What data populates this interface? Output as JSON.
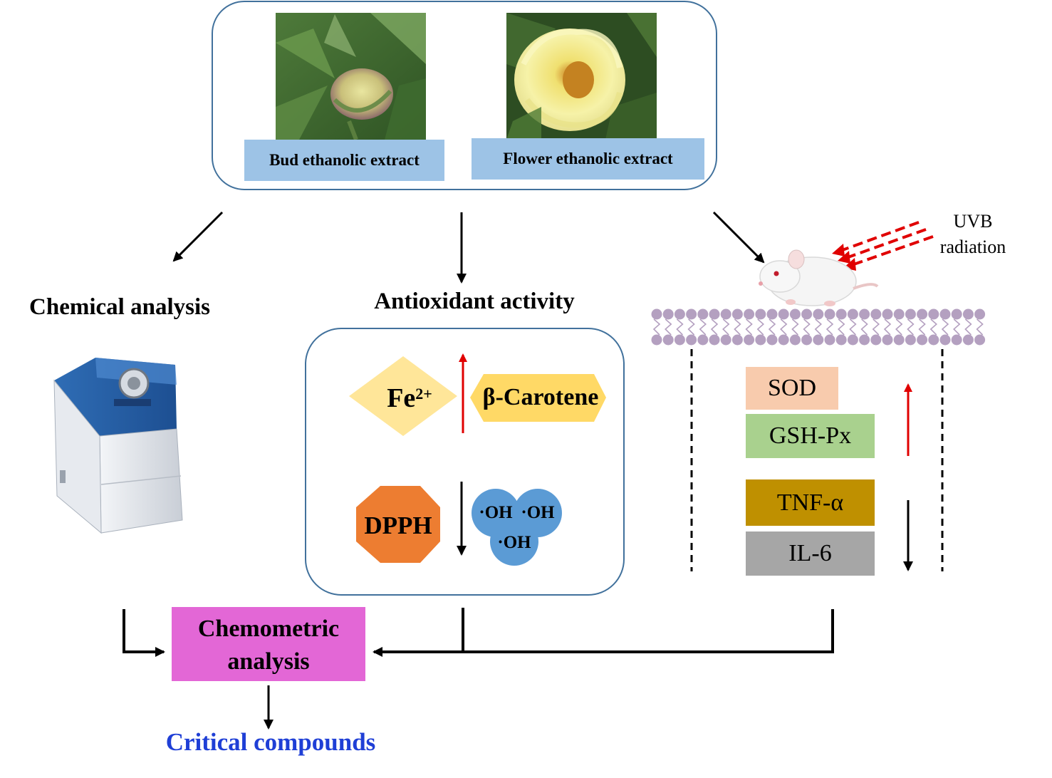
{
  "extracts": {
    "bud_label": "Bud ethanolic extract",
    "flower_label": "Flower ethanolic extract"
  },
  "chemical": {
    "title": "Chemical analysis"
  },
  "antioxidant": {
    "title": "Antioxidant activity",
    "fe_main": "Fe",
    "fe_sup": "2+",
    "carotene": "β-Carotene",
    "dpph": "DPPH",
    "oh1": "·OH",
    "oh2": "·OH",
    "oh3": "·OH"
  },
  "uvb": {
    "line1": "UVB",
    "line2": "radiation"
  },
  "markers": {
    "sod": "SOD",
    "gsh": "GSH-Px",
    "tnf": "TNF-α",
    "il6": "IL-6"
  },
  "chemometric": {
    "line1": "Chemometric",
    "line2": "analysis"
  },
  "result": "Critical compounds",
  "colors": {
    "extract_label_bg": "#9dc3e6",
    "top_box_border": "#41719c",
    "fe_diamond": "#ffe699",
    "carotene_hex": "#ffd966",
    "dpph_octagon": "#ed7d31",
    "oh_circles": "#5b9bd5",
    "sod": "#f8cbad",
    "gsh": "#a9d18e",
    "tnf": "#bf9000",
    "il6": "#a6a6a6",
    "chemometric": "#e367d6",
    "up_arrow": "#e00000",
    "result_text": "#1f3fd6",
    "membrane": "#b4a0c0"
  }
}
